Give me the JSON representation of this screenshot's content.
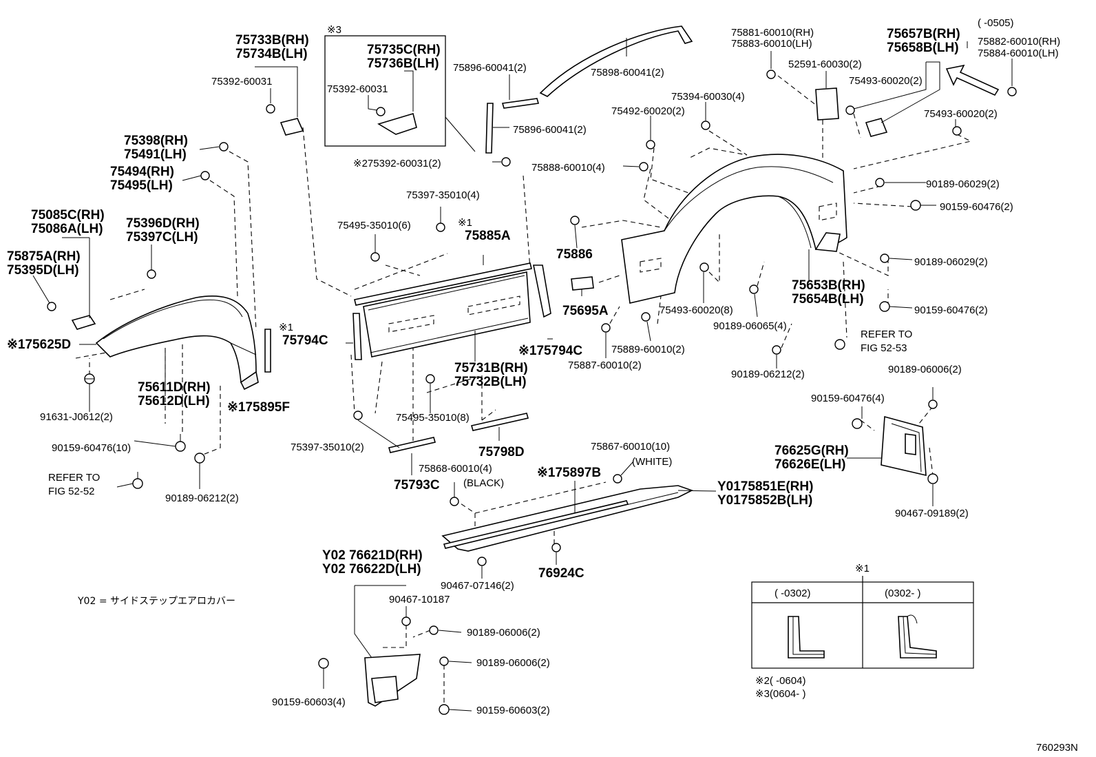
{
  "diagram": {
    "id": "760293N",
    "japanese_note": "Y02 = サイドステップエアロカバー",
    "labels": {
      "a75733B": "75733B(RH)",
      "a75734B": "75734B(LH)",
      "a75392L": "75392-60031",
      "a3": "※3",
      "a75735C": "75735C(RH)",
      "a75736B": "75736B(LH)",
      "a75392B": "75392-60031",
      "a75896t": "75896-60041(2)",
      "a75898": "75898-60041(2)",
      "a75896b": "75896-60041(2)",
      "a275392": "※275392-60031(2)",
      "a75881": "75881-60010(RH)",
      "a75883": "75883-60010(LH)",
      "a52591": "52591-60030(2)",
      "a75657B": "75657B(RH)",
      "a75658B": "75658B(LH)",
      "a0505": "(     -0505)",
      "a75882": "75882-60010(RH)",
      "a75884": "75884-60010(LH)",
      "a75493a": "75493-60020(2)",
      "a75493b": "75493-60020(2)",
      "a75394": "75394-60030(4)",
      "a75492": "75492-60020(2)",
      "a75888": "75888-60010(4)",
      "a90189a": "90189-06029(2)",
      "a90159a": "90159-60476(2)",
      "a90189b": "90189-06029(2)",
      "a90159b": "90159-60476(2)",
      "a75398": "75398(RH)",
      "a75491": "75491(LH)",
      "a75494": "75494(RH)",
      "a75495": "75495(LH)",
      "a75085C": "75085C(RH)",
      "a75086A": "75086A(LH)",
      "a75396D": "75396D(RH)",
      "a75397C": "75397C(LH)",
      "a75875A": "75875A(RH)",
      "a75395D": "75395D(LH)",
      "a175625D": "※175625D",
      "a75611D": "75611D(RH)",
      "a75612D": "75612D(LH)",
      "a175895F": "※175895F",
      "a91631": "91631-J0612(2)",
      "a90159c": "90159-60476(10)",
      "a90189c": "90189-06212(2)",
      "aRefer52": "REFER TO",
      "aFig52": "FIG 52-52",
      "a75397t": "75397-35010(4)",
      "a75495t": "75495-35010(6)",
      "a1a": "※1",
      "a75885A": "75885A",
      "a1b": "※1",
      "a75794Cl": "75794C",
      "a175794C": "※175794C",
      "a75731B": "75731B(RH)",
      "a75732B": "75732B(LH)",
      "a75495b": "75495-35010(8)",
      "a75397b": "75397-35010(2)",
      "a75798D": "75798D",
      "a75868": "75868-60010(4)",
      "aBlack": "(BLACK)",
      "a75793C": "75793C",
      "a75886": "75886",
      "a75695A": "75695A",
      "a75493c": "75493-60020(8)",
      "a90189d": "90189-06065(4)",
      "a75889": "75889-60010(2)",
      "a75887": "75887-60010(2)",
      "a75653B": "75653B(RH)",
      "a75654B": "75654B(LH)",
      "aRefer53": "REFER TO",
      "aFig53": "FIG 52-53",
      "a90189e": "90189-06212(2)",
      "a90189f": "90189-06006(2)",
      "a90159d": "90159-60476(4)",
      "a76625G": "76625G(RH)",
      "a76626E": "76626E(LH)",
      "a90467a": "90467-09189(2)",
      "a75867": "75867-60010(10)",
      "aWhite": "(WHITE)",
      "a175897B": "※175897B",
      "aY0175851E": "Y0175851E(RH)",
      "aY0175852B": "Y0175852B(LH)",
      "a76924C": "76924C",
      "a90467b": "90467-07146(2)",
      "aY76621D": "Y02 76621D(RH)",
      "aY76622D": "Y02 76622D(LH)",
      "a90467c": "90467-10187",
      "a90189g": "90189-06006(2)",
      "a90189h": "90189-06006(2)",
      "a90159e": "90159-60603(4)",
      "a90159f": "90159-60603(2)"
    },
    "legend": {
      "title": "※1",
      "col1": "(      -0302)",
      "col2": "(0302-      )",
      "note2": "※2(        -0604)",
      "note3": "※3(0604-        )"
    }
  }
}
